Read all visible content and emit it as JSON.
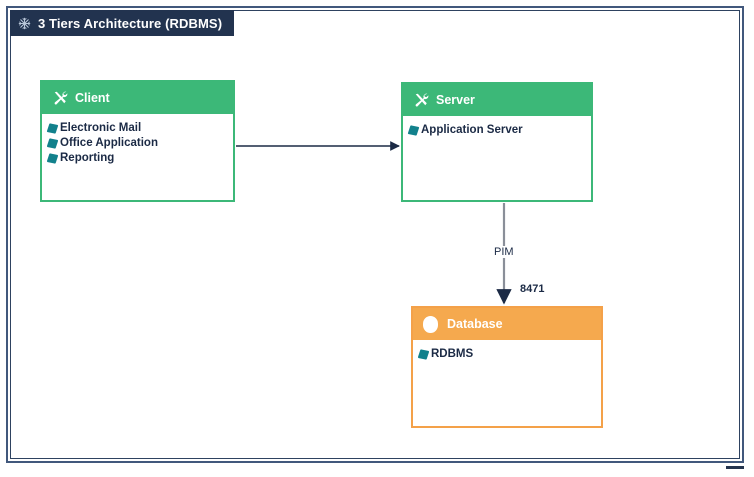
{
  "page": {
    "title": "3 Tiers Architecture (RDBMS)",
    "title_icon": "snowflake-icon"
  },
  "colors": {
    "title_bar_bg": "#22334f",
    "frame_border": "#41587c",
    "green_node": "#3cb878",
    "orange_node": "#f5a94e",
    "bullet_teal": "#12818c",
    "arrow_dark": "#1b2a45",
    "arrow_gray": "#8a8f99"
  },
  "nodes": [
    {
      "id": "client",
      "title": "Client",
      "icon": "tools-icon",
      "color": "green",
      "items": [
        "Electronic Mail",
        "Office Application",
        "Reporting"
      ]
    },
    {
      "id": "server",
      "title": "Server",
      "icon": "tools-icon",
      "color": "green",
      "items": [
        "Application Server"
      ]
    },
    {
      "id": "database",
      "title": "Database",
      "icon": "database-circle-icon",
      "color": "orange",
      "items": [
        "RDBMS"
      ]
    }
  ],
  "connectors": [
    {
      "id": "client-to-server",
      "label": "",
      "from": "client",
      "to": "server"
    },
    {
      "id": "server-to-database",
      "label": "PIM",
      "port": "8471",
      "from": "server",
      "to": "database"
    }
  ]
}
